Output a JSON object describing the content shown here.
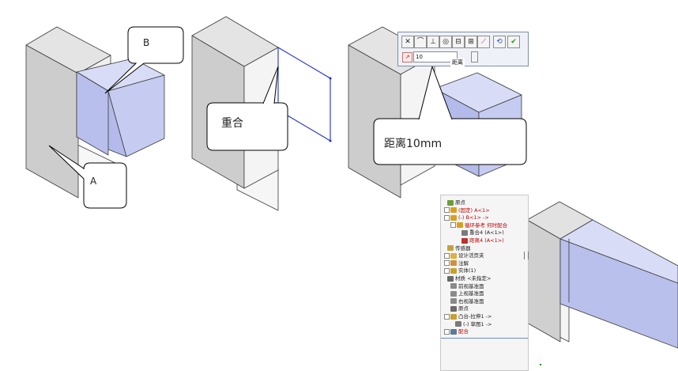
{
  "callouts": {
    "a": "A",
    "b": "B",
    "coincident": "重合",
    "distance": "距离10mm"
  },
  "toolbar": {
    "buttons": [
      "✕",
      "⌒",
      "⊥",
      "◎",
      "⊟",
      "⊞",
      "⟋",
      "⟲",
      "✔"
    ],
    "distance_value": "10",
    "distance_label": "距离"
  },
  "feature_tree": {
    "items": [
      {
        "label": "原点",
        "red": false,
        "indent": 4
      },
      {
        "label": "(固定) A<1>",
        "red": true,
        "indent": 0
      },
      {
        "label": "(-) B<1> ->",
        "red": true,
        "indent": 0
      },
      {
        "label": "循环参考 何时配合",
        "red": true,
        "indent": 8
      },
      {
        "label": "重合4 (A<1>)",
        "red": false,
        "indent": 22
      },
      {
        "label": "距离4 (A<1>)",
        "red": true,
        "indent": 22
      },
      {
        "label": "传感器",
        "red": false,
        "indent": 4
      },
      {
        "label": "设计活页夹",
        "red": false,
        "indent": 0
      },
      {
        "label": "注解",
        "red": false,
        "indent": 0
      },
      {
        "label": "实体(1)",
        "red": false,
        "indent": 0
      },
      {
        "label": "材质 <未指定>",
        "red": false,
        "indent": 4
      },
      {
        "label": "前视基准面",
        "red": false,
        "indent": 8
      },
      {
        "label": "上视基准面",
        "red": false,
        "indent": 8
      },
      {
        "label": "右视基准面",
        "red": false,
        "indent": 8
      },
      {
        "label": "原点",
        "red": false,
        "indent": 8
      },
      {
        "label": "凸台-拉伸1 ->",
        "red": false,
        "indent": 0
      },
      {
        "label": "(-) 草图1 ->",
        "red": false,
        "indent": 14
      },
      {
        "label": "配合",
        "red": true,
        "indent": 0
      }
    ]
  },
  "colors": {
    "block_gray_top": "#e6e6e6",
    "block_gray_left": "#cfcfcf",
    "block_gray_right": "#f4f4f4",
    "block_blue_top": "#d8dcf6",
    "block_blue_front": "#b4bbea",
    "block_blue_side": "#c6ccf1",
    "sketch_blue": "#2233cc",
    "edge": "#3a3a3a"
  }
}
